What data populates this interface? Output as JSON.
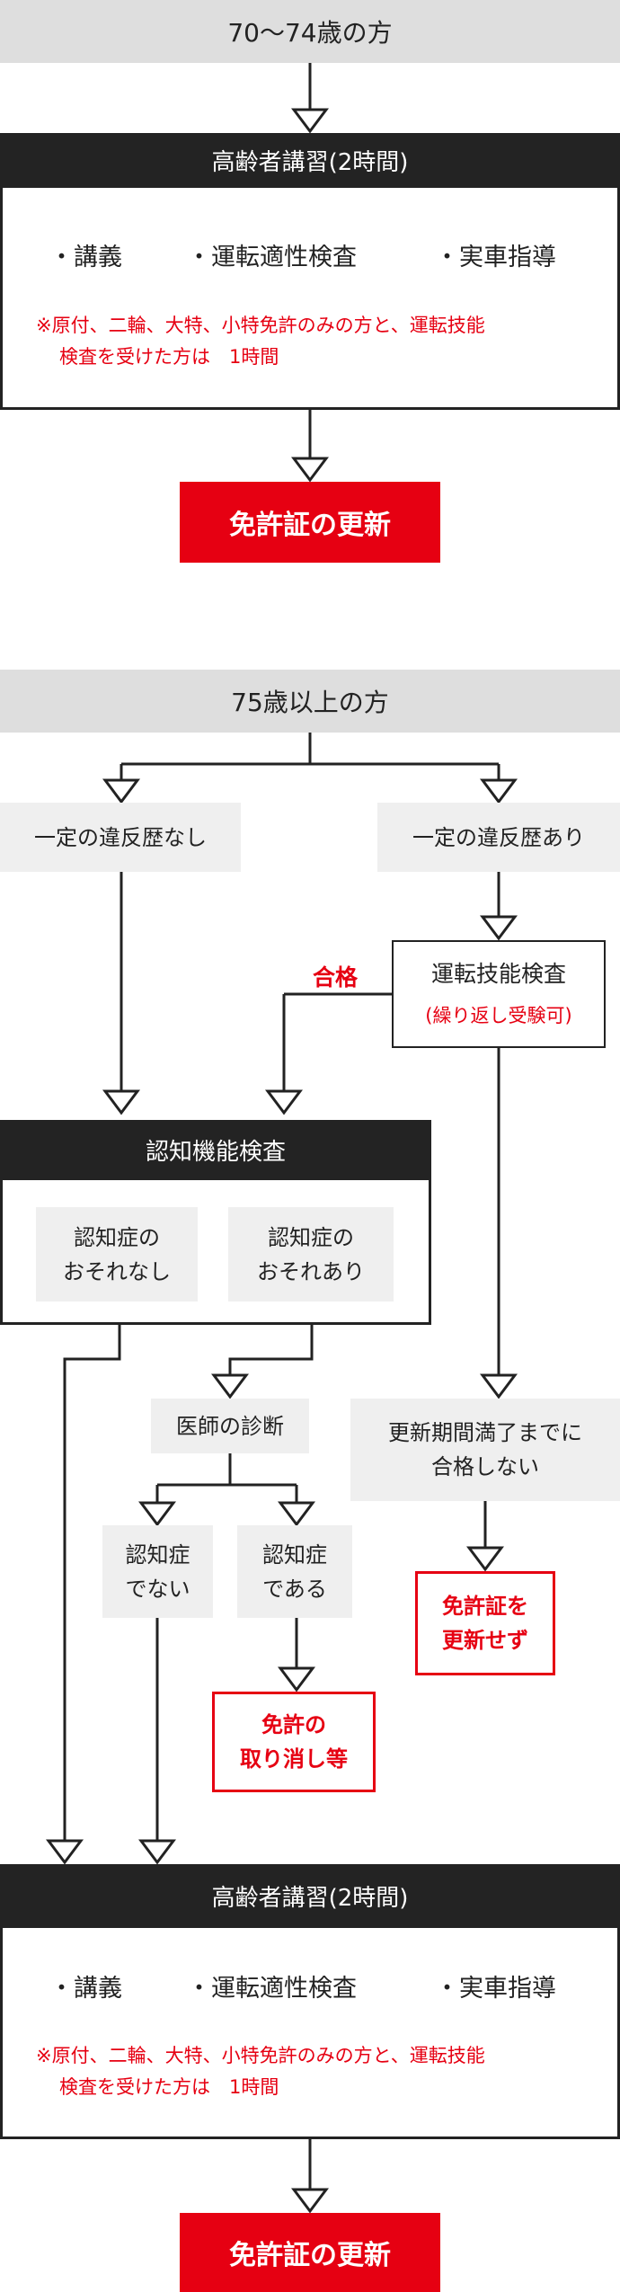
{
  "section1": {
    "title": "70〜74歳の方",
    "course": {
      "header": "高齢者講習(2時間)",
      "items": [
        "・講義",
        "・運転適性検査",
        "・実車指導"
      ],
      "note_line1": "※原付、二輪、大特、小特免許のみの方と、運転技能",
      "note_line2": "検査を受けた方は　1時間"
    },
    "result": "免許証の更新"
  },
  "section2": {
    "title": "75歳以上の方",
    "branch_no_violation": "一定の違反歴なし",
    "branch_violation": "一定の違反歴あり",
    "skill_test": "運転技能検査",
    "skill_test_note": "(繰り返し受験可)",
    "pass_label": "合格",
    "cognitive_test": "認知機能検査",
    "cog_no_risk": "認知症の\nおそれなし",
    "cog_risk": "認知症の\nおそれあり",
    "diagnosis": "医師の診断",
    "not_dementia": "認知症\nでない",
    "dementia": "認知症\nである",
    "revoke": "免許の\n取り消し等",
    "not_passed": "更新期間満了までに\n合格しない",
    "no_renewal": "免許証を\n更新せず",
    "course": {
      "header": "高齢者講習(2時間)",
      "items": [
        "・講義",
        "・運転適性検査",
        "・実車指導"
      ],
      "note_line1": "※原付、二輪、大特、小特免許のみの方と、運転技能",
      "note_line2": "検査を受けた方は　1時間"
    },
    "result": "免許証の更新"
  },
  "colors": {
    "accent_red": "#e60012",
    "dark": "#232323",
    "gray_header": "#dedede",
    "gray_box": "#efefef"
  }
}
